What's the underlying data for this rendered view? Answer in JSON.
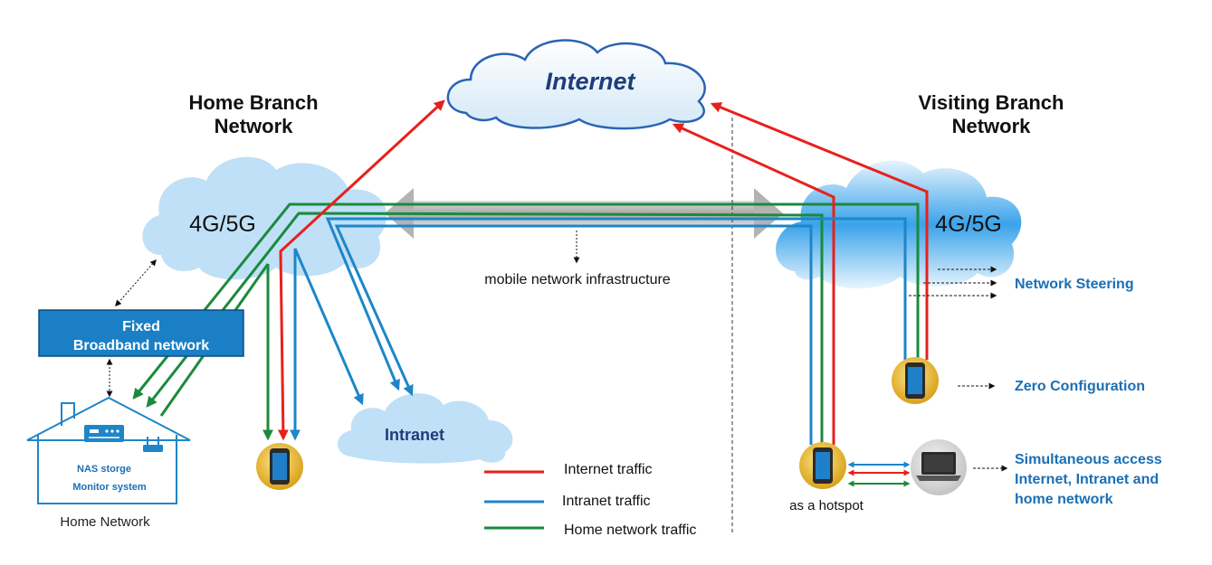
{
  "titles": {
    "internet": "Internet",
    "home_branch": [
      "Home Branch",
      "Network"
    ],
    "visiting_branch": [
      "Visiting Branch",
      "Network"
    ]
  },
  "nodes": {
    "home_cloud": "4G/5G",
    "visit_cloud": "4G/5G",
    "fixed_broadband": [
      "Fixed",
      "Broadband network"
    ],
    "home_labels": [
      "NAS storge",
      "Monitor system"
    ],
    "home_network": "Home Network",
    "intranet": "Intranet",
    "infrastructure": "mobile network infrastructure",
    "hotspot": "as a hotspot"
  },
  "features": {
    "steering": "Network Steering",
    "zero_config": "Zero Configuration",
    "simultaneous": [
      "Simultaneous access",
      "Internet, Intranet and",
      "home network"
    ]
  },
  "legend": [
    {
      "label": "Internet traffic",
      "color": "#e8201c"
    },
    {
      "label": "Intranet traffic",
      "color": "#1e86c8"
    },
    {
      "label": "Home network traffic",
      "color": "#1b8a3c"
    }
  ],
  "colors": {
    "internet": "#e8201c",
    "intranet": "#1e86c8",
    "home": "#1b8a3c",
    "feature_text": "#1a6fb5",
    "broadband_box": "#1a7fc4",
    "cloud": "#bfe0f7"
  },
  "icons": [
    "cloud-icon",
    "phone-icon",
    "laptop-icon",
    "house-icon",
    "router-icon",
    "wifi-router-icon"
  ]
}
